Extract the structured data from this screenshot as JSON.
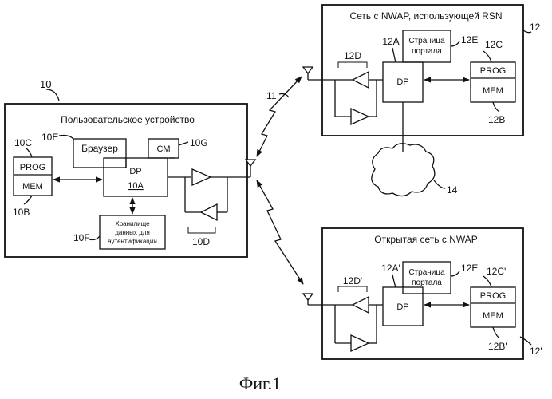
{
  "figure_caption": "Фиг.1",
  "device": {
    "ref": "10",
    "title": "Пользовательское устройство",
    "prog_ref": "10C",
    "prog_label": "PROG",
    "mem_label": "MEM",
    "mem_ref": "10B",
    "browser_ref": "10E",
    "browser_label": "Браузер",
    "cm_label": "CM",
    "cm_ref": "10G",
    "dp_label": "DP",
    "dp_ref": "10A",
    "storage_ref": "10F",
    "storage_label_lines": [
      "Хранилище",
      "данных для",
      "аутентификации"
    ],
    "radio_ref": "10D"
  },
  "link_ref": "11",
  "cloud_ref": "14",
  "network_rsn": {
    "ref": "12",
    "title": "Сеть с NWAP, использующей RSN",
    "radio_ref": "12D",
    "dp_ref": "12A",
    "dp_label": "DP",
    "portal_label_lines": [
      "Страница",
      "портала"
    ],
    "portal_ref": "12E",
    "prog_ref": "12C",
    "prog_label": "PROG",
    "mem_label": "MEM",
    "mem_ref": "12B"
  },
  "network_open": {
    "ref": "12'",
    "title": "Открытая сеть с NWAP",
    "radio_ref": "12D'",
    "dp_ref": "12A'",
    "dp_label": "DP",
    "portal_label_lines": [
      "Страница",
      "портала"
    ],
    "portal_ref": "12E'",
    "prog_ref": "12C'",
    "prog_label": "PROG",
    "mem_label": "MEM",
    "mem_ref": "12B'"
  }
}
